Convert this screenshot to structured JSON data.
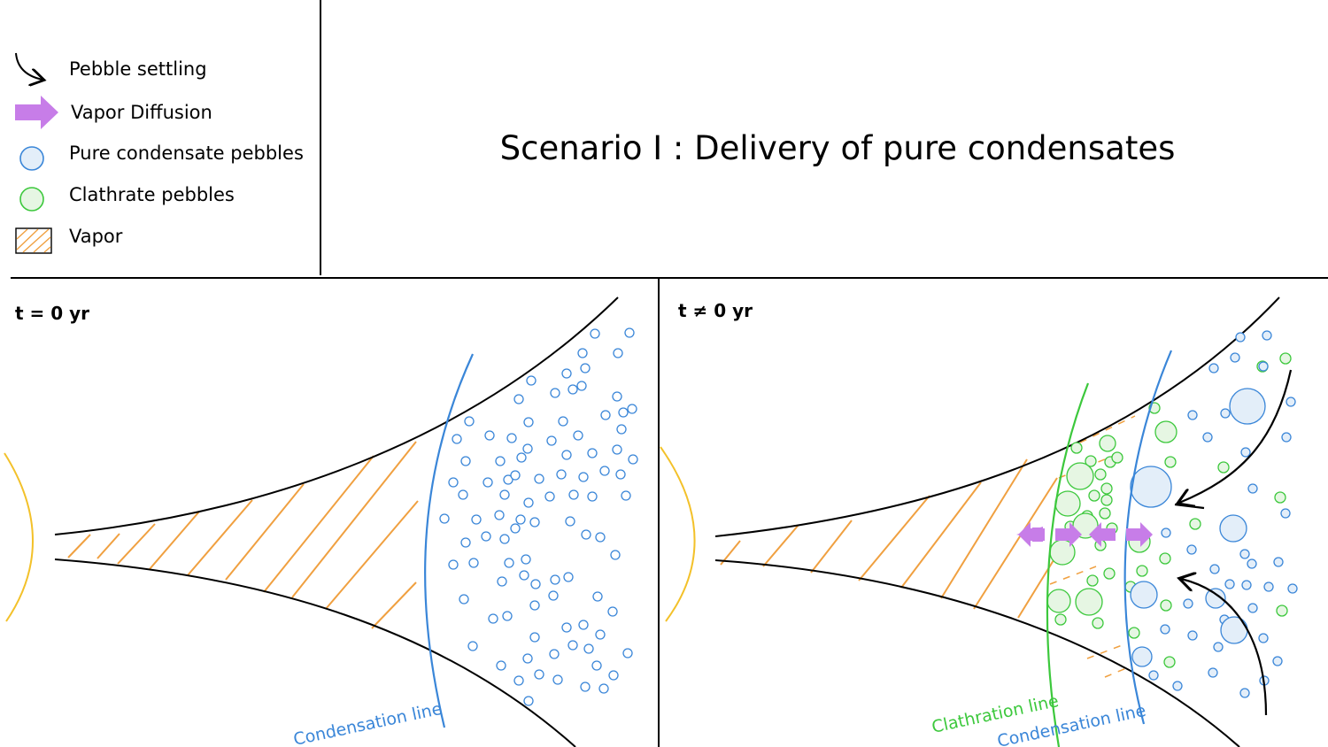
{
  "title": "Scenario I : Delivery of pure condensates",
  "legend": {
    "items": [
      {
        "label": "Pebble settling",
        "icon": "curved-arrow-icon"
      },
      {
        "label": "Vapor Diffusion",
        "icon": "diffusion-arrow-icon"
      },
      {
        "label": "Pure condensate pebbles",
        "icon": "blue-circle-icon"
      },
      {
        "label": "Clathrate pebbles",
        "icon": "green-circle-icon"
      },
      {
        "label": "Vapor",
        "icon": "hatched-square-icon"
      }
    ]
  },
  "panels": {
    "left": {
      "time_label": "t = 0 yr",
      "condensation_label": "Condensation line"
    },
    "right": {
      "time_label": "t ≠ 0 yr",
      "clathration_label": "Clathration line",
      "condensation_label": "Condensation line"
    }
  },
  "colors": {
    "vapor": "#F0A040",
    "condensate": "#3A86D8",
    "condensate_fill": "#E3EEF9",
    "clathrate": "#3CC83C",
    "clathrate_fill": "#E6F6E3",
    "diffusion": "#C77DE8",
    "star": "#F3C12A"
  }
}
